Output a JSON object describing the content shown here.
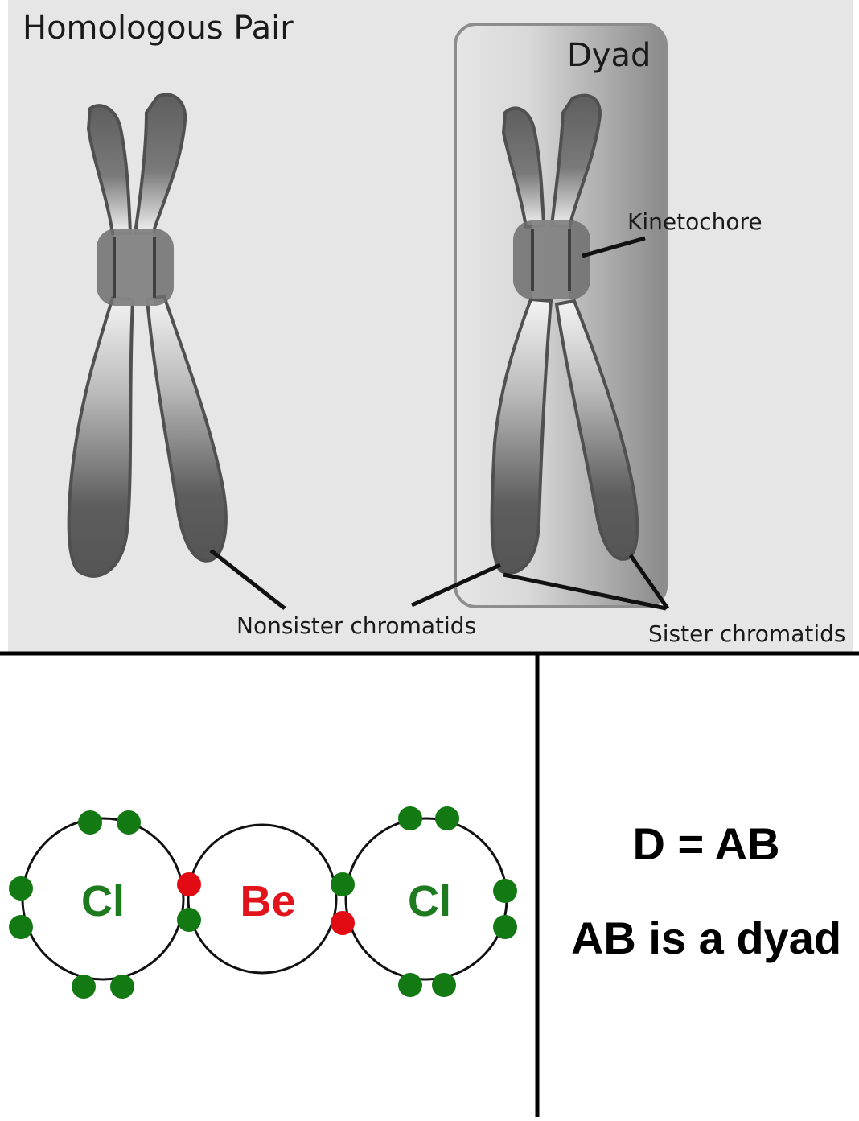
{
  "top_panel": {
    "title": "Homologous Pair",
    "dyad_label": "Dyad",
    "kinetochore_label": "Kinetochore",
    "nonsister_label": "Nonsister chromatids",
    "sister_label": "Sister chromatids"
  },
  "bottom_left": {
    "left_atom": "Cl",
    "center_atom": "Be",
    "right_atom": "Cl",
    "colors": {
      "chlorine": "#1e7a1e",
      "beryllium": "#e3131b",
      "electron_cl": "#137a13",
      "electron_be": "#e30b13"
    }
  },
  "bottom_right": {
    "equation": "D = AB",
    "statement": "AB is a dyad"
  }
}
